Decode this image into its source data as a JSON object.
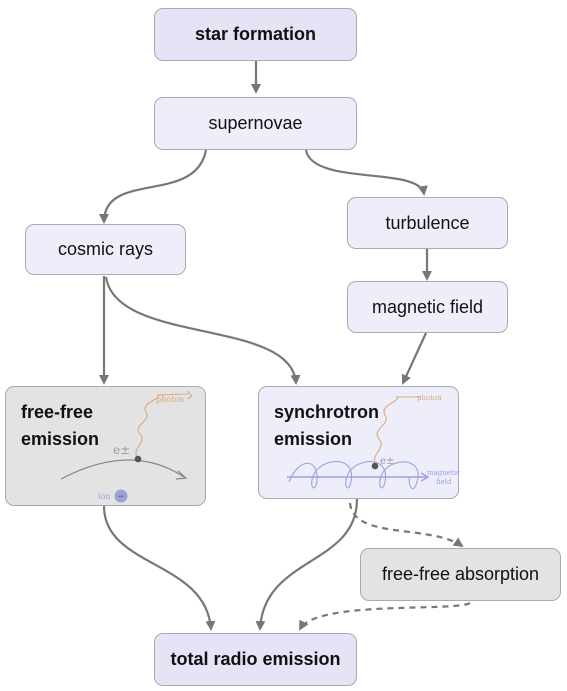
{
  "nodes": {
    "star_formation": "star formation",
    "supernovae": "supernovae",
    "cosmic_rays": "cosmic rays",
    "turbulence": "turbulence",
    "magnetic_field": "magnetic field",
    "free_free_emission": {
      "line1": "free-free",
      "line2": "emission"
    },
    "synchrotron_emission": {
      "line1": "synchrotron",
      "line2": "emission"
    },
    "free_free_absorption": "free-free absorption",
    "total_radio_emission": "total radio emission"
  },
  "insets": {
    "free_free": {
      "photon": "photon",
      "electron": "e±",
      "ion": "ion",
      "ion_charge": "−"
    },
    "synchrotron": {
      "photon": "photon",
      "electron": "e±",
      "field_line1": "magnetic",
      "field_line2": "field"
    }
  },
  "colors": {
    "node_fill": "#eeeefb",
    "gray_fill": "#e3e3e3",
    "arrow": "#777777",
    "photon": "#d9a97d",
    "field": "#9ea0dc"
  }
}
